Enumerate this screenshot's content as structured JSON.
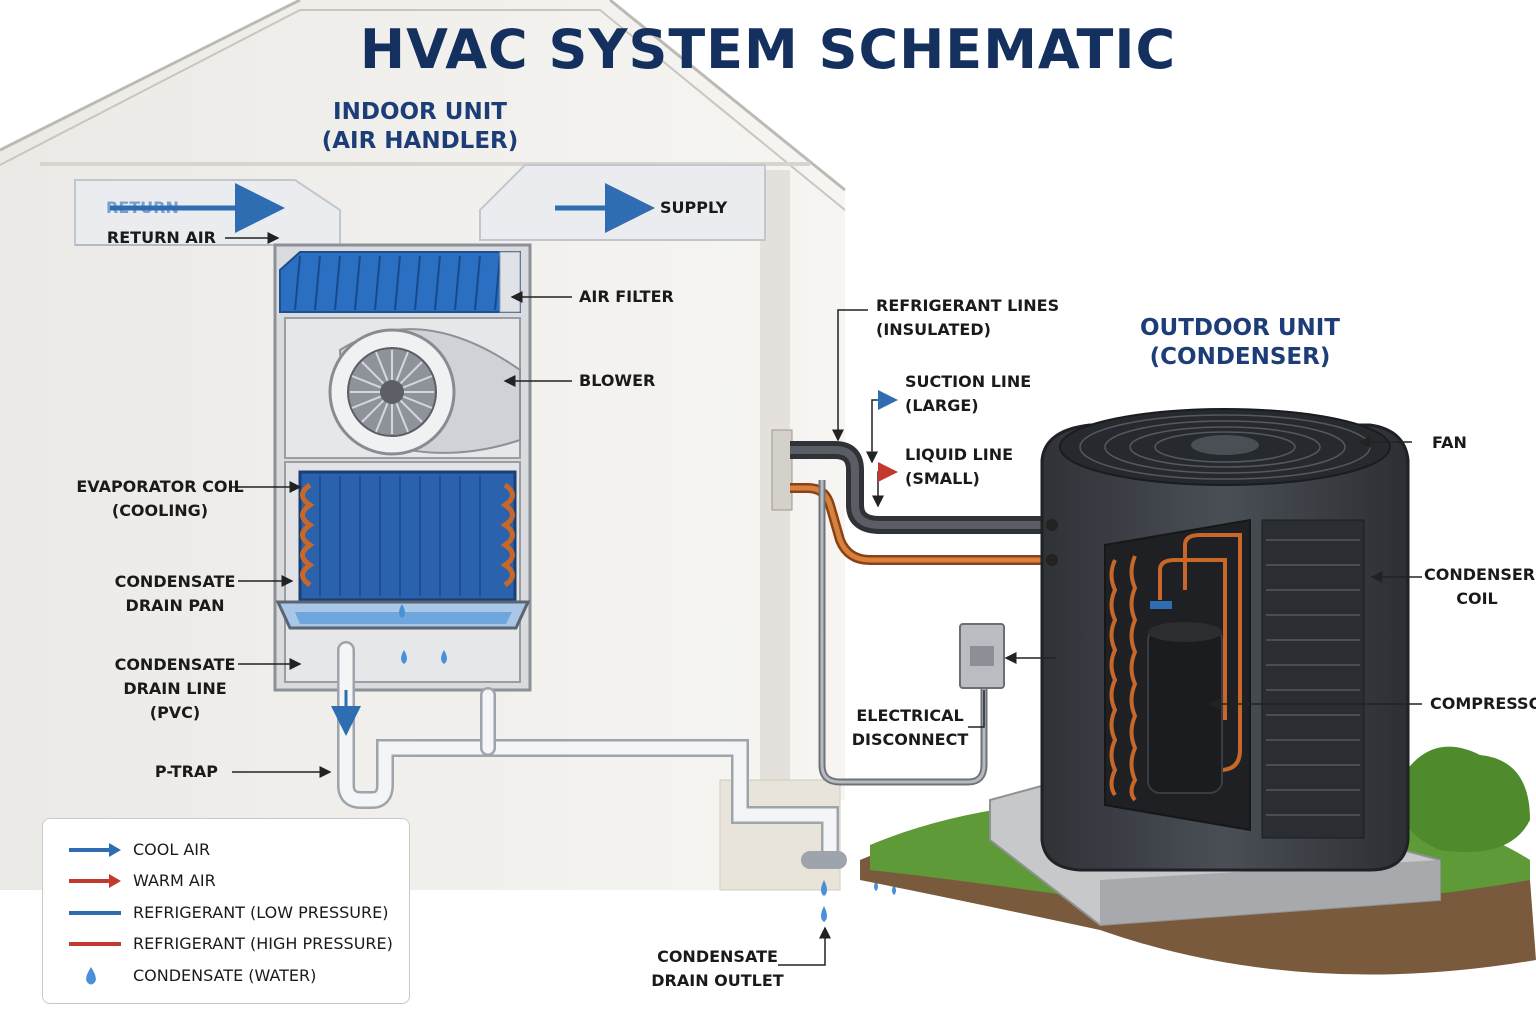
{
  "title": "HVAC SYSTEM SCHEMATIC",
  "indoor_unit": {
    "line1": "INDOOR UNIT",
    "line2": "(AIR HANDLER)"
  },
  "outdoor_unit": {
    "line1": "OUTDOOR UNIT",
    "line2": "(CONDENSER)"
  },
  "duct": {
    "return_arrow_text": "RETURN",
    "supply_text": "SUPPLY"
  },
  "labels": {
    "return_air": "RETURN AIR",
    "air_filter": "AIR FILTER",
    "blower": "BLOWER",
    "evaporator_coil": [
      "EVAPORATOR COIL",
      "(COOLING)"
    ],
    "condensate_drain_pan": [
      "CONDENSATE",
      "DRAIN PAN"
    ],
    "condensate_drain_line": [
      "CONDENSATE",
      "DRAIN LINE",
      "(PVC)"
    ],
    "p_trap": "P-TRAP",
    "refrigerant_lines": [
      "REFRIGERANT LINES",
      "(INSULATED)"
    ],
    "suction_line": [
      "SUCTION LINE",
      "(LARGE)"
    ],
    "liquid_line": [
      "LIQUID LINE",
      "(SMALL)"
    ],
    "electrical_disconnect": [
      "ELECTRICAL",
      "DISCONNECT"
    ],
    "condensate_drain_outlet": [
      "CONDENSATE",
      "DRAIN OUTLET"
    ],
    "fan": "FAN",
    "condenser_coil": [
      "CONDENSER",
      "COIL"
    ],
    "compressor": "COMPRESSOR"
  },
  "legend": [
    {
      "symbol": "cool-air-arrow",
      "color": "#2f6db3",
      "label": "COOL AIR"
    },
    {
      "symbol": "warm-air-arrow",
      "color": "#c23a2e",
      "label": "WARM AIR"
    },
    {
      "symbol": "low-pressure-line",
      "color": "#2f6db3",
      "label": "REFRIGERANT (LOW PRESSURE)"
    },
    {
      "symbol": "high-pressure-line",
      "color": "#c23a2e",
      "label": "REFRIGERANT (HIGH PRESSURE)"
    },
    {
      "symbol": "water-drop-icon",
      "color": "#4a90d9",
      "label": "CONDENSATE (WATER)"
    }
  ],
  "colors": {
    "title": "#14305e",
    "cool": "#2f6db3",
    "warm": "#c23a2e",
    "copper": "#c8672a",
    "filter_blue": "#2a6fc2",
    "unit_dark": "#3a3e44",
    "grass": "#5e9a38"
  }
}
